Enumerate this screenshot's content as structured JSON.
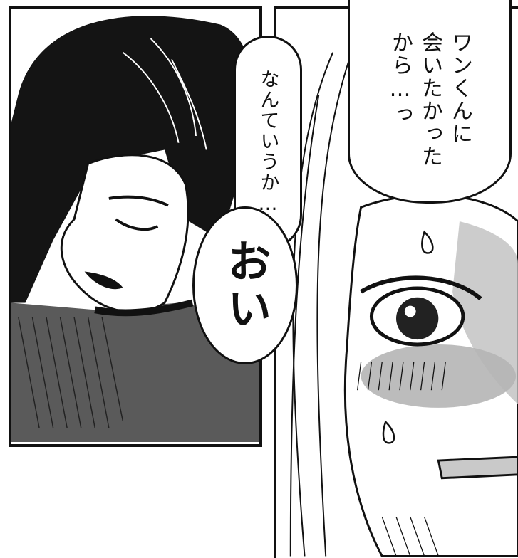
{
  "panels": [
    {
      "id": "left",
      "description_name": "man-eyes-closed"
    },
    {
      "id": "right",
      "description_name": "girl-blushing"
    }
  ],
  "dialogue": {
    "nante_iuka": "なんていうか…",
    "oi": "おい",
    "wan_kun": "ワンくんに\n会いたかった\nから…っ"
  },
  "colors": {
    "ink": "#111111",
    "paper": "#ffffff",
    "tone_gray": "#5a5a5a",
    "light_tone": "#bfbfbf"
  }
}
